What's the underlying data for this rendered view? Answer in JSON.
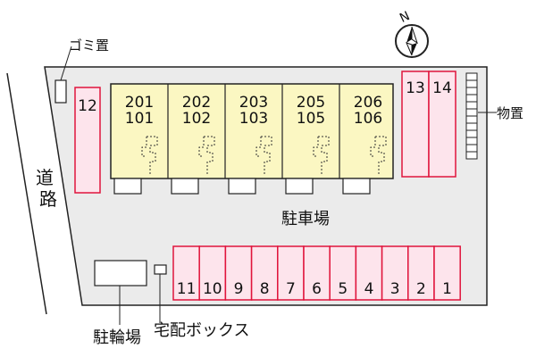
{
  "labels": {
    "garbage": "ゴミ置",
    "storage": "物置",
    "parking_lot": "駐車場",
    "bicycle_parking": "駐輪場",
    "delivery_box": "宅配ボックス",
    "road_line1": "道",
    "road_line2": "路",
    "compass_letter": "N"
  },
  "units": [
    {
      "top": "201",
      "bottom": "101"
    },
    {
      "top": "202",
      "bottom": "102"
    },
    {
      "top": "203",
      "bottom": "103"
    },
    {
      "top": "205",
      "bottom": "105"
    },
    {
      "top": "206",
      "bottom": "106"
    }
  ],
  "parking_spaces_bottom": [
    "11",
    "10",
    "9",
    "8",
    "7",
    "6",
    "5",
    "4",
    "3",
    "2",
    "1"
  ],
  "parking_left": "12",
  "parking_right": [
    "13",
    "14"
  ],
  "colors": {
    "building_fill": "#fbf7c2",
    "parking_fill": "#fde4ec",
    "parking_stroke": "#e0143c",
    "lot_fill": "#ebebeb",
    "outline": "#222222"
  }
}
